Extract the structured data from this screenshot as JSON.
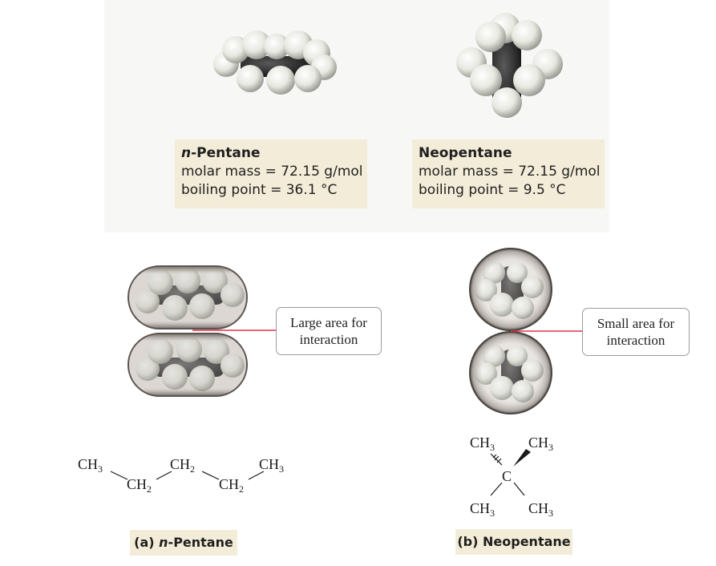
{
  "molecules": [
    {
      "italic_prefix": "n",
      "name_rest": "-Pentane",
      "molar_mass": "molar mass = 72.15 g/mol",
      "boiling_point": "boiling point = 36.1 °C"
    },
    {
      "italic_prefix": "",
      "name_rest": "Neopentane",
      "molar_mass": "molar mass = 72.15 g/mol",
      "boiling_point": "boiling point = 9.5 °C"
    }
  ],
  "callouts": {
    "large": [
      "Large area for",
      "interaction"
    ],
    "small": [
      "Small area for",
      "interaction"
    ]
  },
  "captions": {
    "a_prefix": "(a) ",
    "a_italic": "n",
    "a_rest": "-Pentane",
    "b": "(b) Neopentane"
  },
  "formulas": {
    "ch3": "CH",
    "ch2": "CH",
    "c": "C",
    "sub3": "3",
    "sub2": "2"
  },
  "colors": {
    "info_box": "#f3ecd8",
    "hydrogen": "#e6e8e0",
    "carbon": "#2a2a2a",
    "callout_line": "#e0334a"
  }
}
